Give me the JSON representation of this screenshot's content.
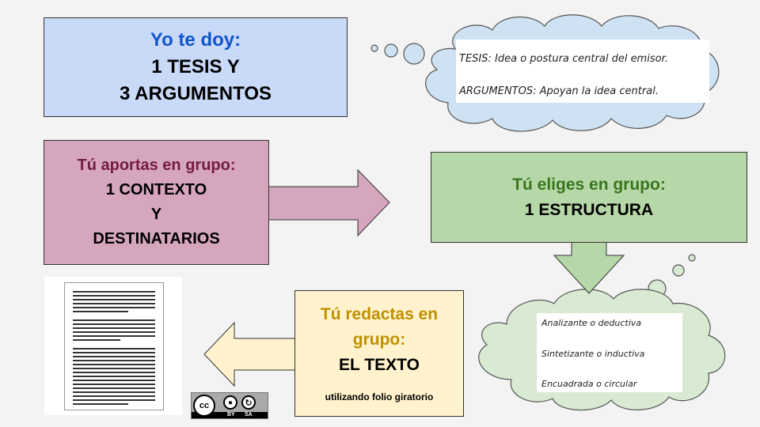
{
  "box_yo": {
    "line1": "Yo te doy:",
    "line2": "1 TESIS Y",
    "line3": "3 ARGUMENTOS"
  },
  "box_aportas": {
    "line1": "Tú aportas en grupo:",
    "line2": "1 CONTEXTO",
    "line3": "Y",
    "line4": "DESTINATARIOS"
  },
  "box_eliges": {
    "line1": "Tú eliges en grupo:",
    "line2": "1 ESTRUCTURA"
  },
  "box_redactas": {
    "line1": "Tú redactas en",
    "line2": "grupo:",
    "line3": "EL TEXTO",
    "line4": "utilizando folio giratorio"
  },
  "cloud_tesis": {
    "line1": "TESIS: Idea o postura central del emisor.",
    "line2": "ARGUMENTOS: Apoyan la idea central."
  },
  "cloud_estructuras": {
    "items": [
      "Analizante o deductiva",
      "Sintetizante o inductiva",
      "Encuadrada o circular"
    ]
  },
  "license": {
    "logo": "cc",
    "by_label": "BY",
    "sa_label": "SA"
  },
  "colors": {
    "blue_fill": "#c9daf8",
    "blue_text": "#1155cc",
    "pink_fill": "#d5a6bd",
    "pink_text": "#741b47",
    "green_fill": "#b6d7a8",
    "green_text": "#38761d",
    "yellow_fill": "#fff2cc",
    "yellow_text": "#bf9000",
    "cloud_fill": "#cfe2f3",
    "cloud2_fill": "#d9ead3"
  }
}
